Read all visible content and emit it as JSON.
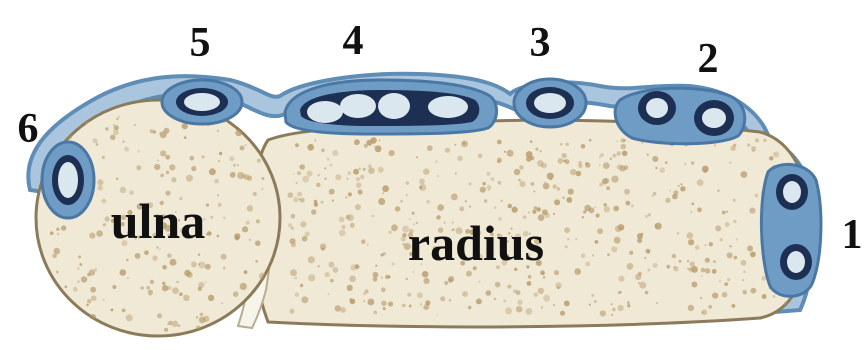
{
  "diagram": {
    "bones": [
      {
        "id": "ulna",
        "label": "ulna"
      },
      {
        "id": "radius",
        "label": "radius"
      }
    ],
    "compartments": [
      {
        "label": "1",
        "tendon_count": 2
      },
      {
        "label": "2",
        "tendon_count": 2
      },
      {
        "label": "3",
        "tendon_count": 1
      },
      {
        "label": "4",
        "tendon_count": 4
      },
      {
        "label": "5",
        "tendon_count": 1
      },
      {
        "label": "6",
        "tendon_count": 1
      }
    ],
    "colors": {
      "bone_fill": "#efe9d6",
      "bone_outline": "#8c7b5a",
      "sheath_blue": "#6f9cc4",
      "sheath_light": "#a9c6de",
      "tendon_dark": "#1d2f52",
      "tendon_fill": "#dbe7ef",
      "speckle": "#b89a6a"
    }
  }
}
